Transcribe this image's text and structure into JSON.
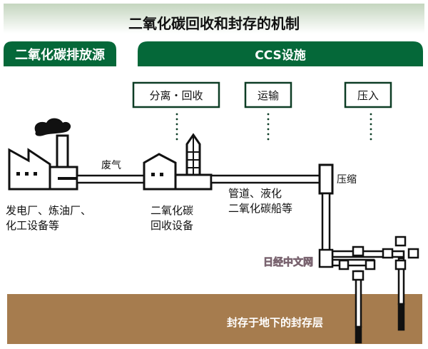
{
  "title": "二氧化碳回收和封存的机制",
  "headers": {
    "source": "二氧化碳排放源",
    "ccs": "CCS设施"
  },
  "stages": [
    "分离・回收",
    "运输",
    "压入"
  ],
  "labels": {
    "exhaust": "废气",
    "compress": "压缩",
    "source_line1": "发电厂、炼油厂、",
    "source_line2": "化工设备等",
    "capture_line1": "二氧化碳",
    "capture_line2": "回收设备",
    "transport_line1": "管道、液化",
    "transport_line2": "二氧化碳船等",
    "storage": "封存于地下的封存层"
  },
  "watermark": "日经中文网",
  "colors": {
    "green": "#056839",
    "ground": "#a67c4e",
    "title_band_top": "#c9d8c4"
  }
}
